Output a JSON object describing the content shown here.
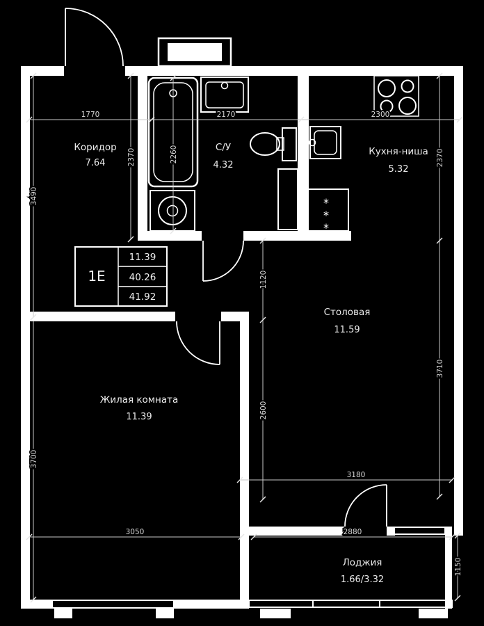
{
  "colors": {
    "background": "#000000",
    "line": "#ffffff",
    "text": "#ebebeb",
    "dim_text": "#d9d9d9"
  },
  "unit_card": {
    "type_label": "1Е",
    "area_living": "11.39",
    "area_main": "40.26",
    "area_total": "41.92"
  },
  "rooms": [
    {
      "name": "Коридор",
      "area": "7.64"
    },
    {
      "name": "С/У",
      "area": "4.32"
    },
    {
      "name": "Кухня-ниша",
      "area": "5.32"
    },
    {
      "name": "Столовая",
      "area": "11.59"
    },
    {
      "name": "Жилая комната",
      "area": "11.39"
    },
    {
      "name": "Лоджия",
      "area": "1.66/3.32"
    }
  ],
  "dimensions": {
    "corridor_width": "1770",
    "bathroom_width": "2170",
    "kitchen_width": "2300",
    "hall_height": "3490",
    "living_height": "3700",
    "corridor_height": "2370",
    "bathtub_length": "2260",
    "kitchen_height": "2370",
    "dining_height": "3710",
    "nook_to_wall": "1120",
    "dining_mid_height": "2600",
    "living_width": "3050",
    "loggia_width": "2880",
    "dining_width": "3180",
    "loggia_height": "1150"
  },
  "fixtures": {
    "fridge_symbol": "*"
  }
}
